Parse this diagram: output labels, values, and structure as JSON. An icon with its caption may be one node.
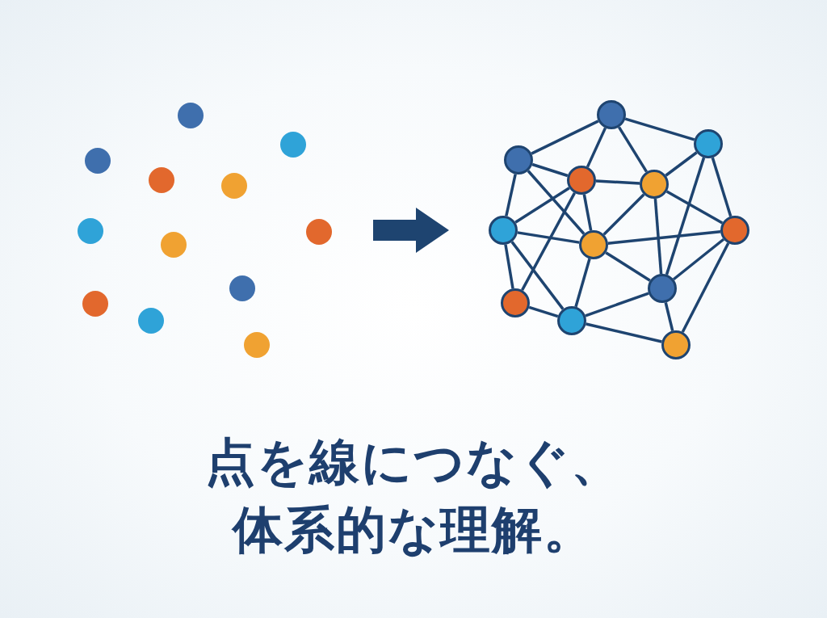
{
  "diagram": {
    "caption": "点を線につなぐ、体系的な理解。",
    "nodes": [
      {
        "text": [],
        "shape": "circle"
      },
      {
        "text": [],
        "shape": "circle"
      },
      {
        "text": [],
        "shape": "circle"
      },
      {
        "text": [],
        "shape": "circle"
      },
      {
        "text": [],
        "shape": "circle"
      },
      {
        "text": [],
        "shape": "circle"
      },
      {
        "text": [],
        "shape": "circle"
      },
      {
        "text": [],
        "shape": "circle"
      },
      {
        "text": [],
        "shape": "circle"
      },
      {
        "text": [],
        "shape": "circle"
      },
      {
        "text": [],
        "shape": "circle"
      },
      {
        "text": [],
        "shape": "circle"
      },
      {
        "text": [],
        "shape": "circle"
      },
      {
        "text": [],
        "shape": "circle"
      },
      {
        "text": [],
        "shape": "circle"
      },
      {
        "text": [],
        "shape": "circle"
      },
      {
        "text": [],
        "shape": "circle"
      },
      {
        "text": [],
        "shape": "circle"
      },
      {
        "text": [],
        "shape": "circle"
      },
      {
        "text": [],
        "shape": "circle"
      },
      {
        "text": [],
        "shape": "circle"
      },
      {
        "text": [],
        "shape": "circle"
      },
      {
        "text": [],
        "shape": "circle"
      },
      {
        "text": [],
        "shape": "circle"
      }
    ],
    "edges": [
      {
        "from": 12,
        "to": 14,
        "arrow": "none"
      },
      {
        "from": 12,
        "to": 15,
        "arrow": "none"
      },
      {
        "from": 12,
        "to": 16,
        "arrow": "none"
      },
      {
        "from": 12,
        "to": 13,
        "arrow": "none"
      },
      {
        "from": 14,
        "to": 15,
        "arrow": "none"
      },
      {
        "from": 14,
        "to": 17,
        "arrow": "none"
      },
      {
        "from": 14,
        "to": 19,
        "arrow": "none"
      },
      {
        "from": 13,
        "to": 16,
        "arrow": "none"
      },
      {
        "from": 13,
        "to": 20,
        "arrow": "none"
      },
      {
        "from": 13,
        "to": 18,
        "arrow": "none"
      },
      {
        "from": 15,
        "to": 16,
        "arrow": "none"
      },
      {
        "from": 15,
        "to": 17,
        "arrow": "none"
      },
      {
        "from": 15,
        "to": 21,
        "arrow": "none"
      },
      {
        "from": 15,
        "to": 19,
        "arrow": "none"
      },
      {
        "from": 16,
        "to": 19,
        "arrow": "none"
      },
      {
        "from": 16,
        "to": 20,
        "arrow": "none"
      },
      {
        "from": 16,
        "to": 18,
        "arrow": "none"
      },
      {
        "from": 17,
        "to": 19,
        "arrow": "none"
      },
      {
        "from": 17,
        "to": 21,
        "arrow": "none"
      },
      {
        "from": 17,
        "to": 22,
        "arrow": "none"
      },
      {
        "from": 18,
        "to": 19,
        "arrow": "none"
      },
      {
        "from": 18,
        "to": 20,
        "arrow": "none"
      },
      {
        "from": 18,
        "to": 23,
        "arrow": "none"
      },
      {
        "from": 19,
        "to": 22,
        "arrow": "none"
      },
      {
        "from": 19,
        "to": 20,
        "arrow": "none"
      },
      {
        "from": 20,
        "to": 22,
        "arrow": "none"
      },
      {
        "from": 20,
        "to": 23,
        "arrow": "none"
      },
      {
        "from": 21,
        "to": 22,
        "arrow": "none"
      },
      {
        "from": 22,
        "to": 23,
        "arrow": "none"
      }
    ]
  }
}
